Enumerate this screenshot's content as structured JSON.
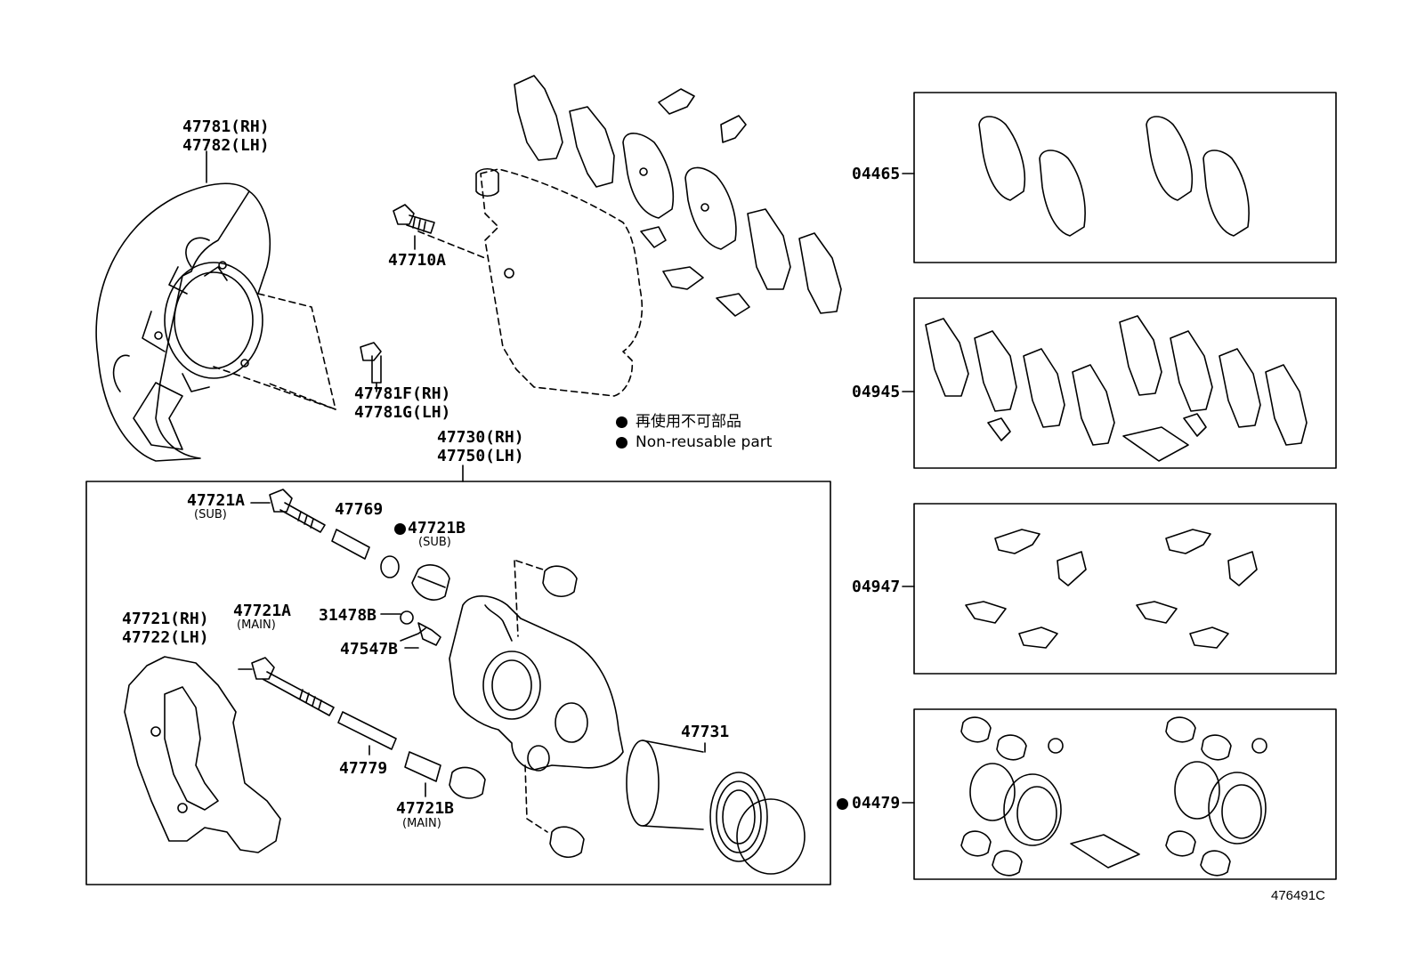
{
  "labels": {
    "shield_rh": "47781(RH)",
    "shield_lh": "47782(LH)",
    "bolt_47710a": "47710A",
    "bolt_rh": "47781F(RH)",
    "bolt_lh": "47781G(LH)",
    "caliper_rh": "47730(RH)",
    "caliper_lh": "47750(LH)",
    "pin_bolt_sub": "47721A",
    "pin_bolt_sub_note": "(SUB)",
    "pin_47769": "47769",
    "boot_sub": "47721B",
    "boot_sub_note": "(SUB)",
    "mount_rh": "47721(RH)",
    "mount_lh": "47722(LH)",
    "pin_bolt_main": "47721A",
    "pin_bolt_main_note": "(MAIN)",
    "cap_31478b": "31478B",
    "bleeder_47547b": "47547B",
    "pin_47779": "47779",
    "boot_main": "47721B",
    "boot_main_note": "(MAIN)",
    "piston_47731": "47731",
    "kit_04465": "04465",
    "kit_04945": "04945",
    "kit_04947": "04947",
    "kit_04479": "04479",
    "diagram_ref": "476491C"
  },
  "legend": {
    "japanese": "再使用不可部品",
    "english": "Non-reusable part"
  },
  "icons": [
    "non-reusable-dot-icon"
  ],
  "colors": {
    "line": "#000000",
    "background": "#ffffff"
  }
}
